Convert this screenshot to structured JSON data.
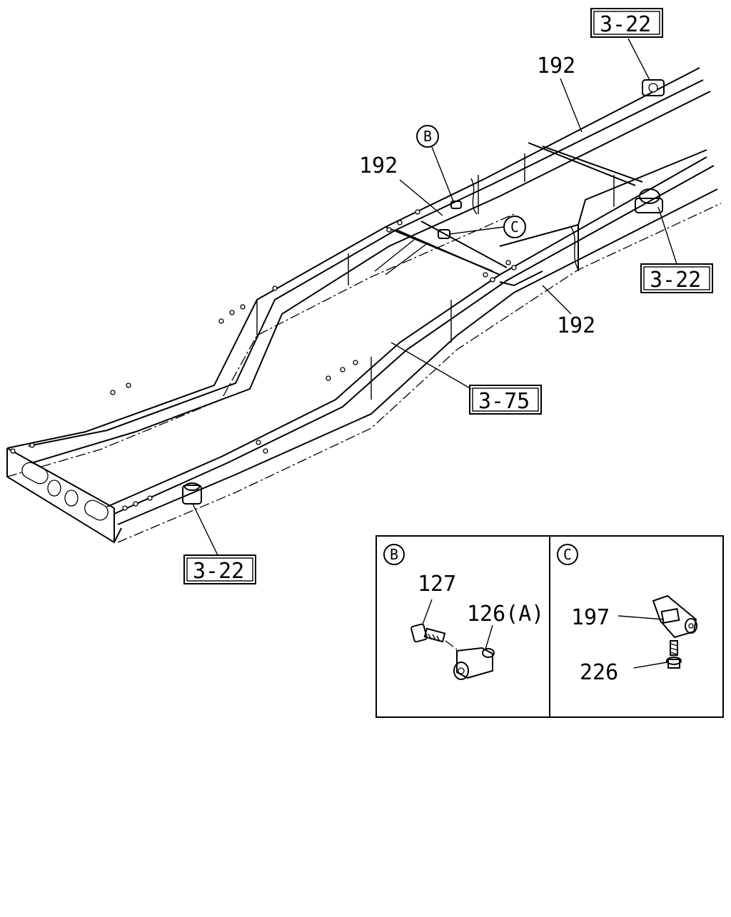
{
  "callouts": {
    "ref_top_right": "3-22",
    "ref_right": "3-22",
    "ref_bottom_left": "3-22",
    "ref_center": "3-75",
    "part_192_top": "192",
    "part_192_mid": "192",
    "part_192_right": "192",
    "detail_marker_b": "B",
    "detail_marker_c": "C"
  },
  "detail_b": {
    "marker": "B",
    "parts": [
      "127",
      "126(A)"
    ]
  },
  "detail_c": {
    "marker": "C",
    "parts": [
      "197",
      "226"
    ]
  }
}
